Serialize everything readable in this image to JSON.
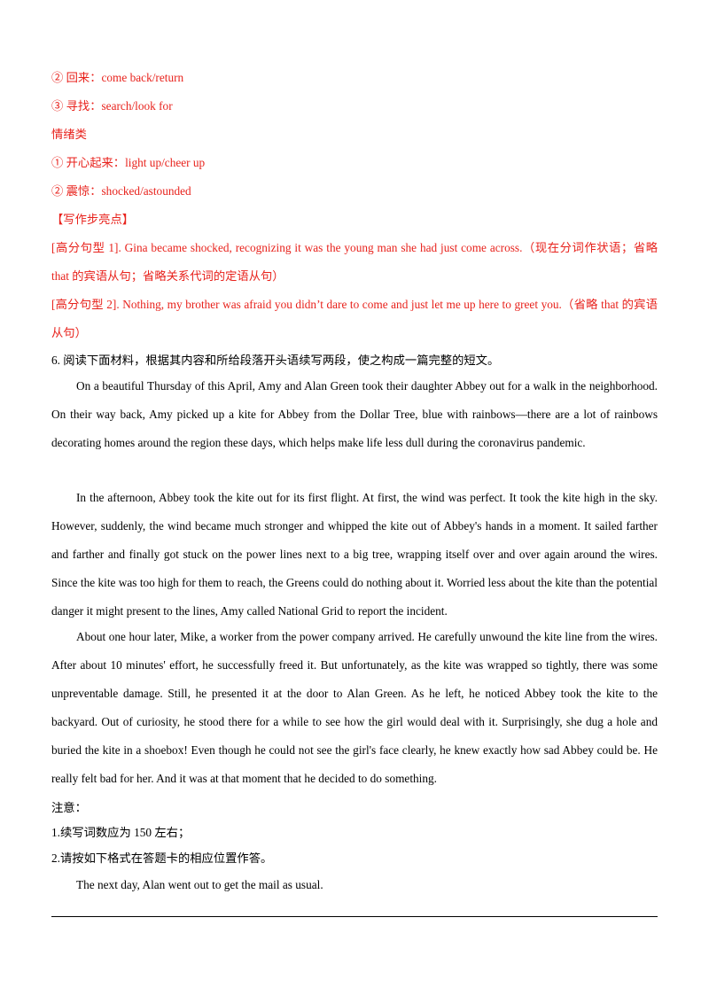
{
  "vocab": {
    "item2": "② 回来：come back/return",
    "item3": "③ 寻找：search/look for",
    "heading_emotion": "情绪类",
    "emotion1": "① 开心起来：light up/cheer up",
    "emotion2": "② 震惊：shocked/astounded"
  },
  "highlights": {
    "heading": "【写作步亮点】",
    "sentence1": "[高分句型 1]. Gina became shocked, recognizing it was the young man she had just come across.（现在分词作状语；省略 that 的宾语从句；省略关系代词的定语从句）",
    "sentence2": "[高分句型 2]. Nothing, my brother was afraid you didn’t dare to come and just let me up here to greet you.（省略 that 的宾语从句）"
  },
  "question": {
    "instruction": "6. 阅读下面材料，根据其内容和所给段落开头语续写两段，使之构成一篇完整的短文。",
    "paragraphs": [
      "On a beautiful Thursday of this April, Amy and Alan Green took their daughter Abbey out for a walk in the neighborhood. On their way back, Amy picked up a kite for Abbey from the Dollar Tree, blue with rainbows—there are a lot of rainbows decorating homes around the region these days, which helps make life less dull during the coronavirus pandemic.",
      "In the afternoon, Abbey took the kite out for its first flight. At first, the wind was perfect. It took the kite high in the sky. However, suddenly, the wind became much stronger and whipped the kite out of Abbey's hands in a moment. It sailed farther and farther and finally got stuck on the power lines next to a big tree, wrapping itself over and over again around the wires. Since the kite was too high for them to reach, the Greens could do nothing about it. Worried less about the kite than the potential danger it might present to the lines, Amy called National Grid to report the incident.",
      "About one hour later, Mike, a worker from the power company arrived. He carefully unwound the kite line from the wires. After about 10 minutes' effort, he successfully freed it. But unfortunately, as the kite was wrapped so tightly, there was some unpreventable damage. Still, he presented it at the door to Alan Green. As he left, he noticed Abbey took the kite to the backyard. Out of curiosity, he stood there for a while to see how the girl would deal with it. Surprisingly, she dug a hole and buried the kite in a shoebox! Even though he could not see the girl's face clearly, he knew exactly how sad Abbey could be. He really felt bad for her. And it was at that moment that he decided to do something."
    ],
    "notes_heading": "注意：",
    "note1": "1.续写词数应为 150 左右；",
    "note2": "2.请按如下格式在答题卡的相应位置作答。",
    "starter": "The next day, Alan went out to get the mail as usual."
  }
}
